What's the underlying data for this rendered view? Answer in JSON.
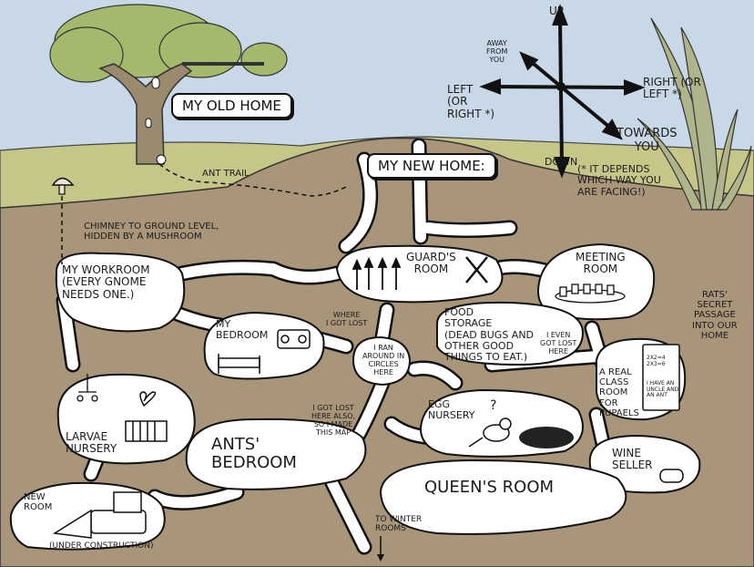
{
  "signs": {
    "old_home": "My Old Home",
    "new_home": "My New Home:"
  },
  "compass": {
    "up": "Up",
    "down": "Down",
    "away": "Away\nfrom\nyou",
    "left": "Left\n(or\nright *)",
    "right": "Right (or\nleft *)",
    "towards": "Towards\nYou",
    "note": "(* It depends\nwhich way you\nare facing!)"
  },
  "labels": {
    "ant_trail": "Ant Trail",
    "chimney": "Chimney to ground level,\nhidden by a mushroom",
    "workroom": "My workroom\n(every gnome\nneeds one.)",
    "guards_room": "Guard's\nRoom",
    "meeting_room": "Meeting\nRoom",
    "rats_passage": "Rats'\nsecret\npassage\ninto our\nhome",
    "my_bedroom": "My\nBedroom",
    "where_lost": "Where\nI got lost",
    "ran_around": "I ran\naround in\ncircles\nhere",
    "food_storage": "Food\nStorage\n(dead bugs and\nother good\nthings to eat.)",
    "got_lost_here": "I even\ngot lost\nhere",
    "classroom": "A real\nclass\nroom\nfor\npupaels",
    "blackboard_math": "2x2=4\n2x3=6",
    "blackboard_uncle": "I have an\nuncle and\nan ant",
    "larvae_nursery": "Larvae\nNursery",
    "got_lost_also": "I got lost\nhere also,\nso I made\nthis map",
    "egg_nursery": "Egg\nNursery",
    "question_mark": "?",
    "ants_bedroom": "Ants'\nBedroom",
    "wine_seller": "Wine\nSeller",
    "new_room": "New\nRoom",
    "under_construction": "(Under construction)",
    "queens_room": "Queen's Room",
    "winter_rooms": "To winter\nrooms"
  },
  "colors": {
    "sky": "#c9d8e6",
    "grass": "#c6c689",
    "soil": "#a8957a",
    "soil_dark": "#8f7b60",
    "chamber": "#ffffff",
    "ink": "#111111",
    "foliage": "#a4b96b",
    "trunk": "#9a8a6e"
  }
}
